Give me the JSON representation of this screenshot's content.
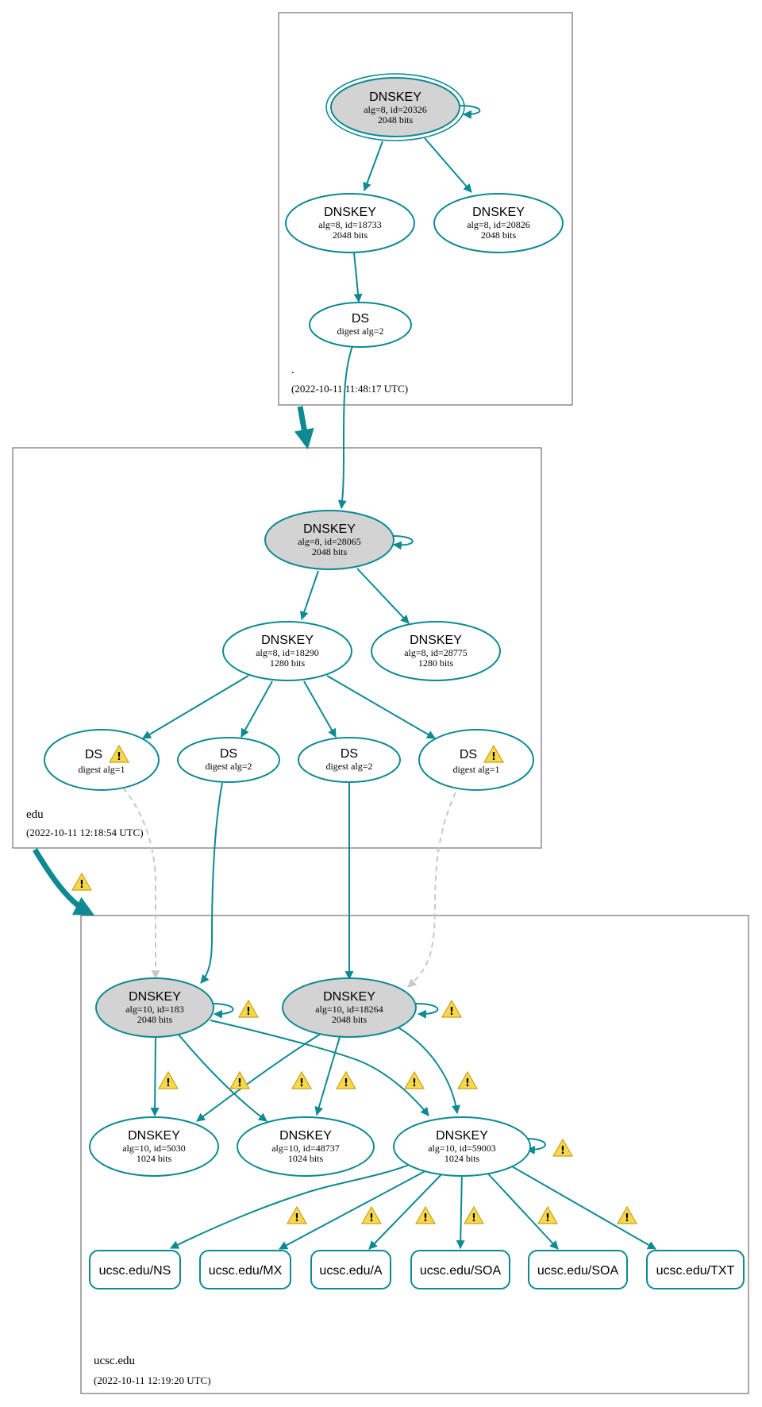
{
  "zones": {
    "root": {
      "name": ".",
      "timestamp": "(2022-10-11 11:48:17 UTC)"
    },
    "edu": {
      "name": "edu",
      "timestamp": "(2022-10-11 12:18:54 UTC)"
    },
    "ucsc": {
      "name": "ucsc.edu",
      "timestamp": "(2022-10-11 12:19:20 UTC)"
    }
  },
  "nodes": {
    "root_ksk": {
      "title": "DNSKEY",
      "line1": "alg=8, id=20326",
      "line2": "2048 bits"
    },
    "root_zsk1": {
      "title": "DNSKEY",
      "line1": "alg=8, id=18733",
      "line2": "2048 bits"
    },
    "root_zsk2": {
      "title": "DNSKEY",
      "line1": "alg=8, id=20826",
      "line2": "2048 bits"
    },
    "edu_ds": {
      "title": "DS",
      "line1": "digest alg=2"
    },
    "edu_ksk": {
      "title": "DNSKEY",
      "line1": "alg=8, id=28065",
      "line2": "2048 bits"
    },
    "edu_zsk1": {
      "title": "DNSKEY",
      "line1": "alg=8, id=18290",
      "line2": "1280 bits"
    },
    "edu_zsk2": {
      "title": "DNSKEY",
      "line1": "alg=8, id=28775",
      "line2": "1280 bits"
    },
    "ucsc_ds1": {
      "title": "DS",
      "line1": "digest alg=1"
    },
    "ucsc_ds2": {
      "title": "DS",
      "line1": "digest alg=2"
    },
    "ucsc_ds3": {
      "title": "DS",
      "line1": "digest alg=2"
    },
    "ucsc_ds4": {
      "title": "DS",
      "line1": "digest alg=1"
    },
    "ucsc_ksk1": {
      "title": "DNSKEY",
      "line1": "alg=10, id=183",
      "line2": "2048 bits"
    },
    "ucsc_ksk2": {
      "title": "DNSKEY",
      "line1": "alg=10, id=18264",
      "line2": "2048 bits"
    },
    "ucsc_zsk1": {
      "title": "DNSKEY",
      "line1": "alg=10, id=5030",
      "line2": "1024 bits"
    },
    "ucsc_zsk2": {
      "title": "DNSKEY",
      "line1": "alg=10, id=48737",
      "line2": "1024 bits"
    },
    "ucsc_zsk3": {
      "title": "DNSKEY",
      "line1": "alg=10, id=59003",
      "line2": "1024 bits"
    }
  },
  "records": [
    "ucsc.edu/NS",
    "ucsc.edu/MX",
    "ucsc.edu/A",
    "ucsc.edu/SOA",
    "ucsc.edu/SOA",
    "ucsc.edu/TXT"
  ],
  "colors": {
    "edge": "#0e8a93",
    "insecure_edge": "#c8c8c8",
    "ksk_fill": "#d3d3d3",
    "node_fill": "#ffffff",
    "warning": "#f7d84a"
  },
  "warning_icon": "warning-triangle-icon",
  "warning_glyph": "!"
}
